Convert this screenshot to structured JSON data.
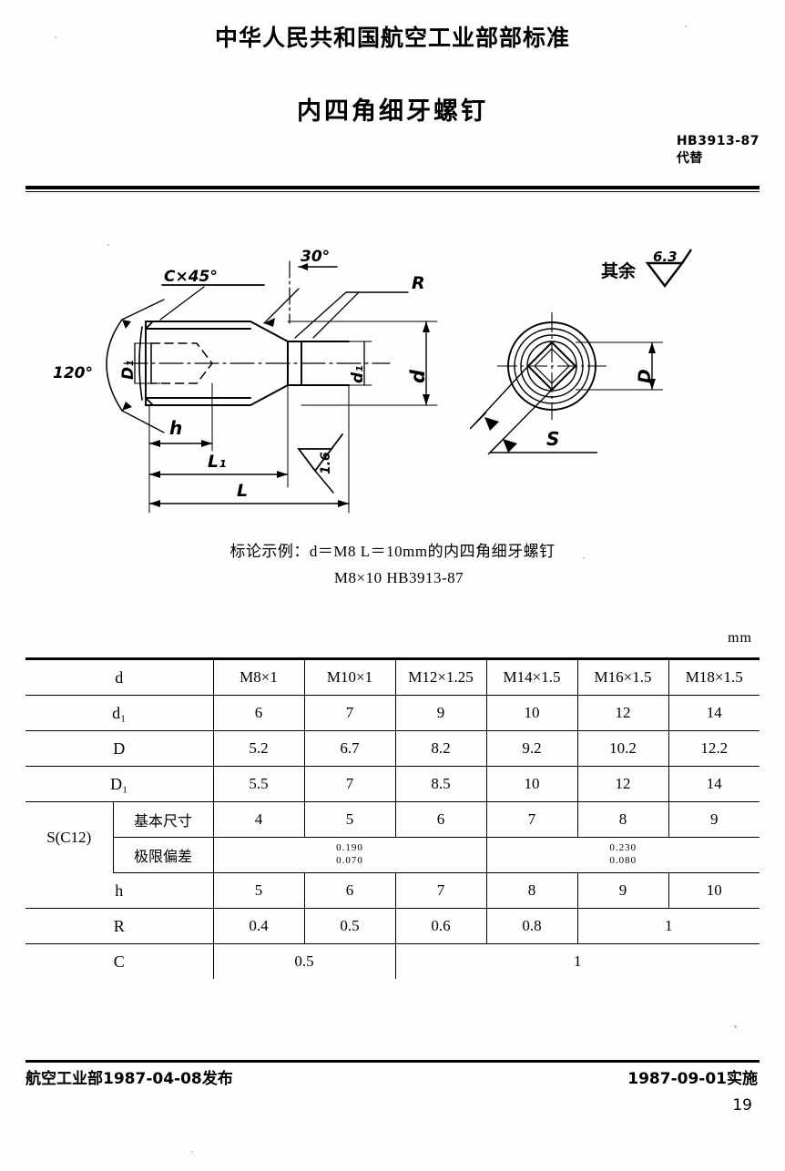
{
  "header": {
    "ministry_line": "中华人民共和国航空工业部部标准",
    "title": "内四角细牙螺钉",
    "standard_no": "HB3913-87",
    "replaces_label": "代替"
  },
  "drawing": {
    "surface_note_label": "其余",
    "surface_roughness": "6.3",
    "chamfer_label": "C×45°",
    "angle_30": "30°",
    "angle_120": "120°",
    "radius_label": "R",
    "dia_d": "d",
    "dia_d1": "d₁",
    "dia_D1_left": "D₁",
    "depth_h": "h",
    "length_L1": "L₁",
    "length_L": "L",
    "local_roughness": "1.6",
    "socket_D": "D",
    "socket_S": "S"
  },
  "marking": {
    "line1": "标论示例：d＝M8 L＝10mm的内四角细牙螺钉",
    "line2": "M8×10  HB3913-87"
  },
  "table": {
    "units": "mm",
    "row_labels": {
      "d": "d",
      "d1": "d₁",
      "D": "D",
      "D1": "D₁",
      "S": "S(C12)",
      "S_basic": "基本尺寸",
      "S_tolerance": "极限偏差",
      "h": "h",
      "R": "R",
      "C": "C"
    },
    "sizes": [
      "M8×1",
      "M10×1",
      "M12×1.25",
      "M14×1.5",
      "M16×1.5",
      "M18×1.5"
    ],
    "d1": [
      "6",
      "7",
      "9",
      "10",
      "12",
      "14"
    ],
    "D": [
      "5.2",
      "6.7",
      "8.2",
      "9.2",
      "10.2",
      "12.2"
    ],
    "D1": [
      "5.5",
      "7",
      "8.5",
      "10",
      "12",
      "14"
    ],
    "S_basic": [
      "4",
      "5",
      "6",
      "7",
      "8",
      "9"
    ],
    "S_tolerance": [
      {
        "upper": "0.190",
        "lower": "0.070",
        "span": 3
      },
      {
        "upper": "0.230",
        "lower": "0.080",
        "span": 3
      }
    ],
    "h": [
      "5",
      "6",
      "7",
      "8",
      "9",
      "10"
    ],
    "R": [
      {
        "value": "0.4",
        "span": 1
      },
      {
        "value": "0.5",
        "span": 1
      },
      {
        "value": "0.6",
        "span": 1
      },
      {
        "value": "0.8",
        "span": 1
      },
      {
        "value": "1",
        "span": 2
      }
    ],
    "C": [
      {
        "value": "0.5",
        "span": 2
      },
      {
        "value": "1",
        "span": 4
      }
    ]
  },
  "footer": {
    "issued": "航空工业部1987-04-08发布",
    "effective": "1987-09-01实施",
    "page": "19"
  }
}
